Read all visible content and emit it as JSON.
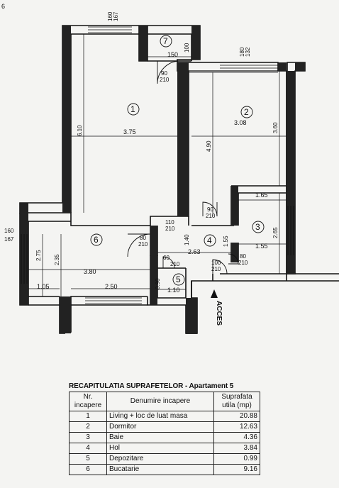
{
  "plan": {
    "corner_mark": "6",
    "rooms": [
      {
        "id": "room-1",
        "label": "1"
      },
      {
        "id": "room-2",
        "label": "2"
      },
      {
        "id": "room-3",
        "label": "3"
      },
      {
        "id": "room-4",
        "label": "4"
      },
      {
        "id": "room-5",
        "label": "5"
      },
      {
        "id": "room-6",
        "label": "6"
      },
      {
        "id": "room-7",
        "label": "7"
      }
    ],
    "dimensions": {
      "d_160_167_top_a": "160",
      "d_160_167_top_b": "167",
      "d_100_top": "100",
      "d_150": "150",
      "d_180_top": "180",
      "d_132_top": "132",
      "d_90_210_a": "90",
      "d_90_210_b": "210",
      "d_610": "6.10",
      "d_375": "3.75",
      "d_308": "3.08",
      "d_360": "3.60",
      "d_490": "4.90",
      "d_165": "1.65",
      "d_265": "2.65",
      "d_155_a": "1.55",
      "d_155_b": "1.55",
      "d_90_210_c": "90",
      "d_90_210_d": "210",
      "d_110": "110",
      "d_210_mid": "210",
      "d_140": "1.40",
      "d_263": "2.63",
      "d_80_210_a": "80",
      "d_80_210_b": "210",
      "d_80_210_c": "80",
      "d_80_210_d": "210",
      "d_100_210_a": "100",
      "d_100_210_b": "210",
      "d_60_210_a": "60",
      "d_60_210_b": "210",
      "d_160_left": "160",
      "d_167_left": "167",
      "d_275_left": "2.75",
      "d_235": "2.35",
      "d_380": "3.80",
      "d_105": "1.05",
      "d_250": "2.50",
      "d_090": "0.90",
      "d_110_bottom": "1.10"
    },
    "acces": "ACCES"
  },
  "recap": {
    "title": "RECAPITULATIA SUPRAFETELOR - Apartament 5",
    "headers": {
      "nr": "Nr. incapere",
      "denumire": "Denumire incapere",
      "suprafata": "Suprafata utila (mp)"
    },
    "rows": [
      {
        "nr": "1",
        "name": "Living + loc de luat masa",
        "area": "20.88"
      },
      {
        "nr": "2",
        "name": "Dormitor",
        "area": "12.63"
      },
      {
        "nr": "3",
        "name": "Baie",
        "area": "4.36"
      },
      {
        "nr": "4",
        "name": "Hol",
        "area": "3.84"
      },
      {
        "nr": "5",
        "name": "Depozitare",
        "area": "0.99"
      },
      {
        "nr": "6",
        "name": "Bucatarie",
        "area": "9.16"
      }
    ]
  }
}
